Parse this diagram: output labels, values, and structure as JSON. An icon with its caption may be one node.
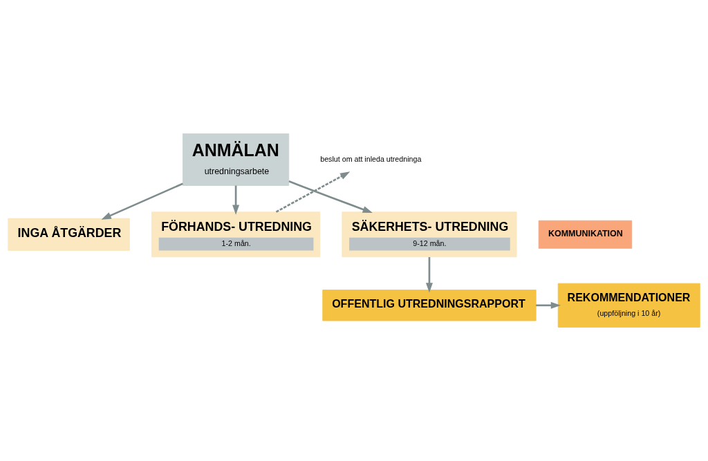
{
  "diagram": {
    "nodes": [
      {
        "text": [
          "ANMÄLAN",
          "utredningsarbete"
        ]
      },
      {
        "text": [
          "INGA ÅTGÄRDER"
        ]
      },
      {
        "text": [
          "FÖRHANDS- UTREDNING",
          "1-2 mån."
        ]
      },
      {
        "text": [
          "SÄKERHETS- UTREDNING",
          "9-12 mån."
        ]
      },
      {
        "text": [
          "beslut om att inleda utredninga"
        ]
      },
      {
        "text": [
          "OFFENTLIG UTREDNINGSRAPPORT"
        ]
      },
      {
        "text": [
          "REKOMMENDATIONER",
          "(uppföljning i 10 år)"
        ]
      },
      {
        "text": [
          "KOMMUNIKATION"
        ]
      }
    ],
    "edges": [
      {
        "from": 0,
        "to": 1,
        "arrow": "to"
      },
      {
        "from": 0,
        "to": 2,
        "arrow": "to"
      },
      {
        "from": 0,
        "to": 3,
        "arrow": "to"
      },
      {
        "from": 2,
        "to": 4,
        "arrow": "to",
        "style": "dashed"
      },
      {
        "from": 3,
        "to": 5,
        "arrow": "to"
      },
      {
        "from": 5,
        "to": 6,
        "arrow": "to"
      }
    ]
  }
}
